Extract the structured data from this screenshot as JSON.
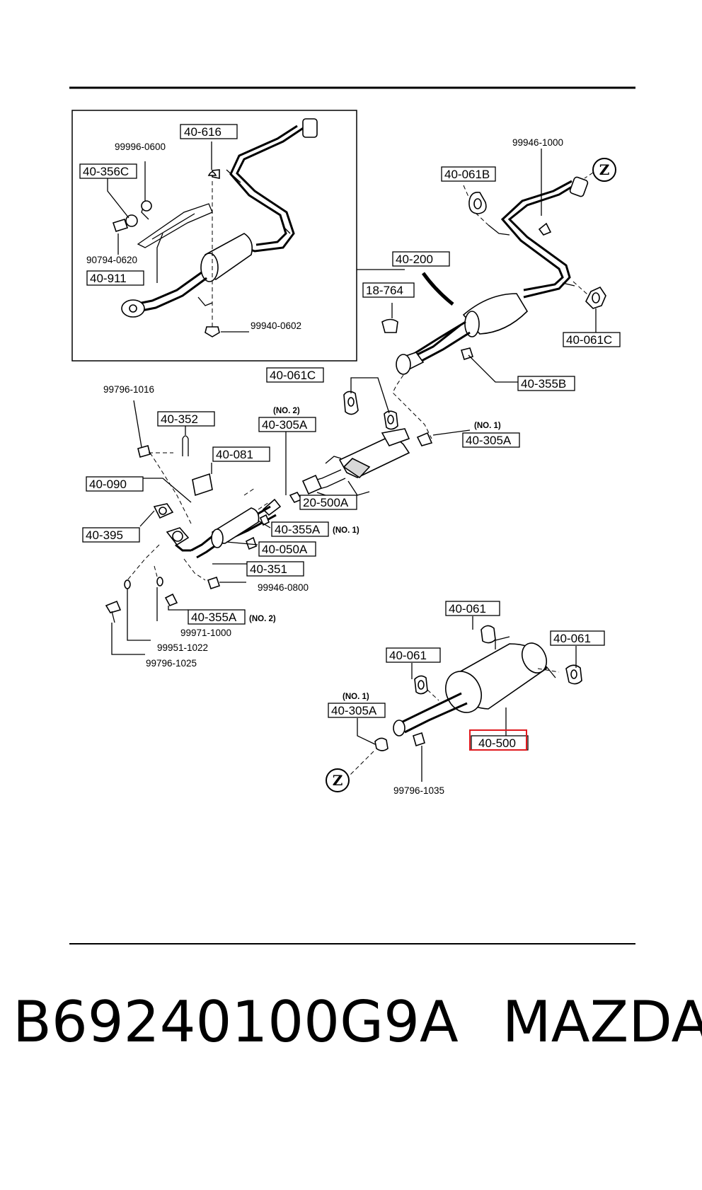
{
  "labels": {
    "l40_616": "40-616",
    "l99996_0600": "99996-0600",
    "l40_356C": "40-356C",
    "l90794_0620": "90794-0620",
    "l40_911": "40-911",
    "l99940_0602": "99940-0602",
    "l40_200": "40-200",
    "l99946_1000": "99946-1000",
    "l40_061B": "40-061B",
    "l18_764": "18-764",
    "l40_061C_right": "40-061C",
    "l40_355B": "40-355B",
    "l99796_1016": "99796-1016",
    "l40_352": "40-352",
    "l40_081": "40-081",
    "l40_061C_mid": "40-061C",
    "no2_a": "(NO. 2)",
    "l40_305A_no2": "40-305A",
    "no1_a": "(NO. 1)",
    "l40_305A_no1": "40-305A",
    "l40_090": "40-090",
    "l20_500A": "20-500A",
    "l40_395": "40-395",
    "l40_355A_no1": "40-355A",
    "no1_b": "(NO. 1)",
    "l40_050A": "40-050A",
    "l40_351": "40-351",
    "l99946_0800": "99946-0800",
    "l40_355A_no2": "40-355A",
    "no2_b": "(NO. 2)",
    "l99971_1000": "99971-1000",
    "l99951_1022": "99951-1022",
    "l99796_1025": "99796-1025",
    "l40_061_a": "40-061",
    "l40_061_b": "40-061",
    "l40_061_c": "40-061",
    "no1_c": "(NO. 1)",
    "l40_305A_low": "40-305A",
    "l40_500": "40-500",
    "l99796_1035": "99796-1035",
    "z_top": "Z",
    "z_bottom": "Z"
  },
  "highlight": {
    "part": "40-500",
    "color": "#e0191e"
  },
  "footer": {
    "part_number": "B69240100G9A",
    "brand": "MAZDA"
  }
}
